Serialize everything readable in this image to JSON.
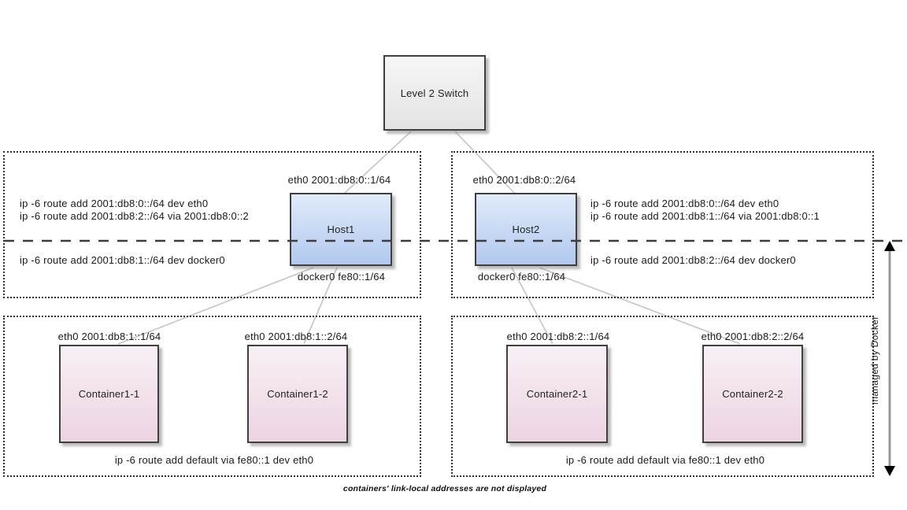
{
  "switch": {
    "label": "Level 2 Switch"
  },
  "hosts": [
    {
      "name": "Host1",
      "eth0_label": "eth0 2001:db8:0::1/64",
      "docker0_label": "docker0 fe80::1/64",
      "routes_above_line1": "ip -6 route add 2001:db8:0::/64 dev eth0",
      "routes_above_line2": "ip -6 route add 2001:db8:2::/64 via 2001:db8:0::2",
      "route_below": "ip -6 route add 2001:db8:1::/64 dev docker0"
    },
    {
      "name": "Host2",
      "eth0_label": "eth0 2001:db8:0::2/64",
      "docker0_label": "docker0 fe80::1/64",
      "routes_above_line1": "ip -6 route add 2001:db8:0::/64 dev eth0",
      "routes_above_line2": "ip -6 route add 2001:db8:1::/64 via 2001:db8:0::1",
      "route_below": "ip -6 route add 2001:db8:2::/64 dev docker0"
    }
  ],
  "containers": [
    {
      "name": "Container1-1",
      "eth0_label": "eth0 2001:db8:1::1/64"
    },
    {
      "name": "Container1-2",
      "eth0_label": "eth0 2001:db8:1::2/64"
    },
    {
      "name": "Container2-1",
      "eth0_label": "eth0 2001:db8:2::1/64"
    },
    {
      "name": "Container2-2",
      "eth0_label": "eth0 2001:db8:2::2/64"
    }
  ],
  "default_route_label": "ip -6 route add default via fe80::1 dev eth0",
  "managed_by_label": "managed by Docker",
  "caption": "containers' link-local addresses are not displayed",
  "colors": {
    "host_fill_top": "#e1ebfa",
    "host_fill_bottom": "#b2c8ee",
    "container_fill_top": "#f8f0f6",
    "container_fill_bottom": "#ecd3e1",
    "switch_fill_top": "#f6f6f6",
    "switch_fill_bottom": "#e3e3e3",
    "box_border": "#3f3f3f",
    "connector_line": "#c4c4c4",
    "dashed_line": "#3d3d3d",
    "arrow_shaft": "#999999",
    "arrowhead": "#000000"
  }
}
